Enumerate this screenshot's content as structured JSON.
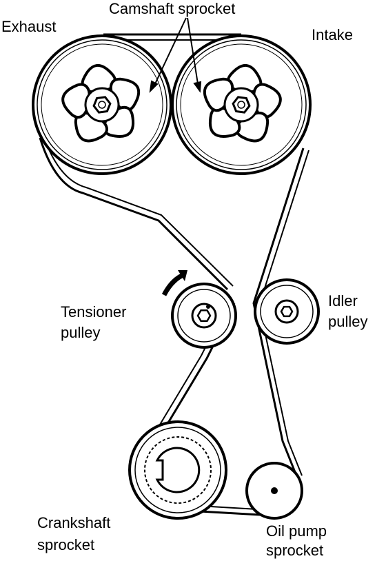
{
  "labels": {
    "exhaust": "Exhaust",
    "camshaft_sprocket": "Camshaft sprocket",
    "intake": "Intake",
    "tensioner_line1": "Tensioner",
    "tensioner_line2": "pulley",
    "idler_line1": "Idler",
    "idler_line2": "pulley",
    "crankshaft_line1": "Crankshaft",
    "crankshaft_line2": "sprocket",
    "oilpump_line1": "Oil pump",
    "oilpump_line2": "sprocket"
  },
  "colors": {
    "line": "#000000",
    "background": "#ffffff"
  }
}
